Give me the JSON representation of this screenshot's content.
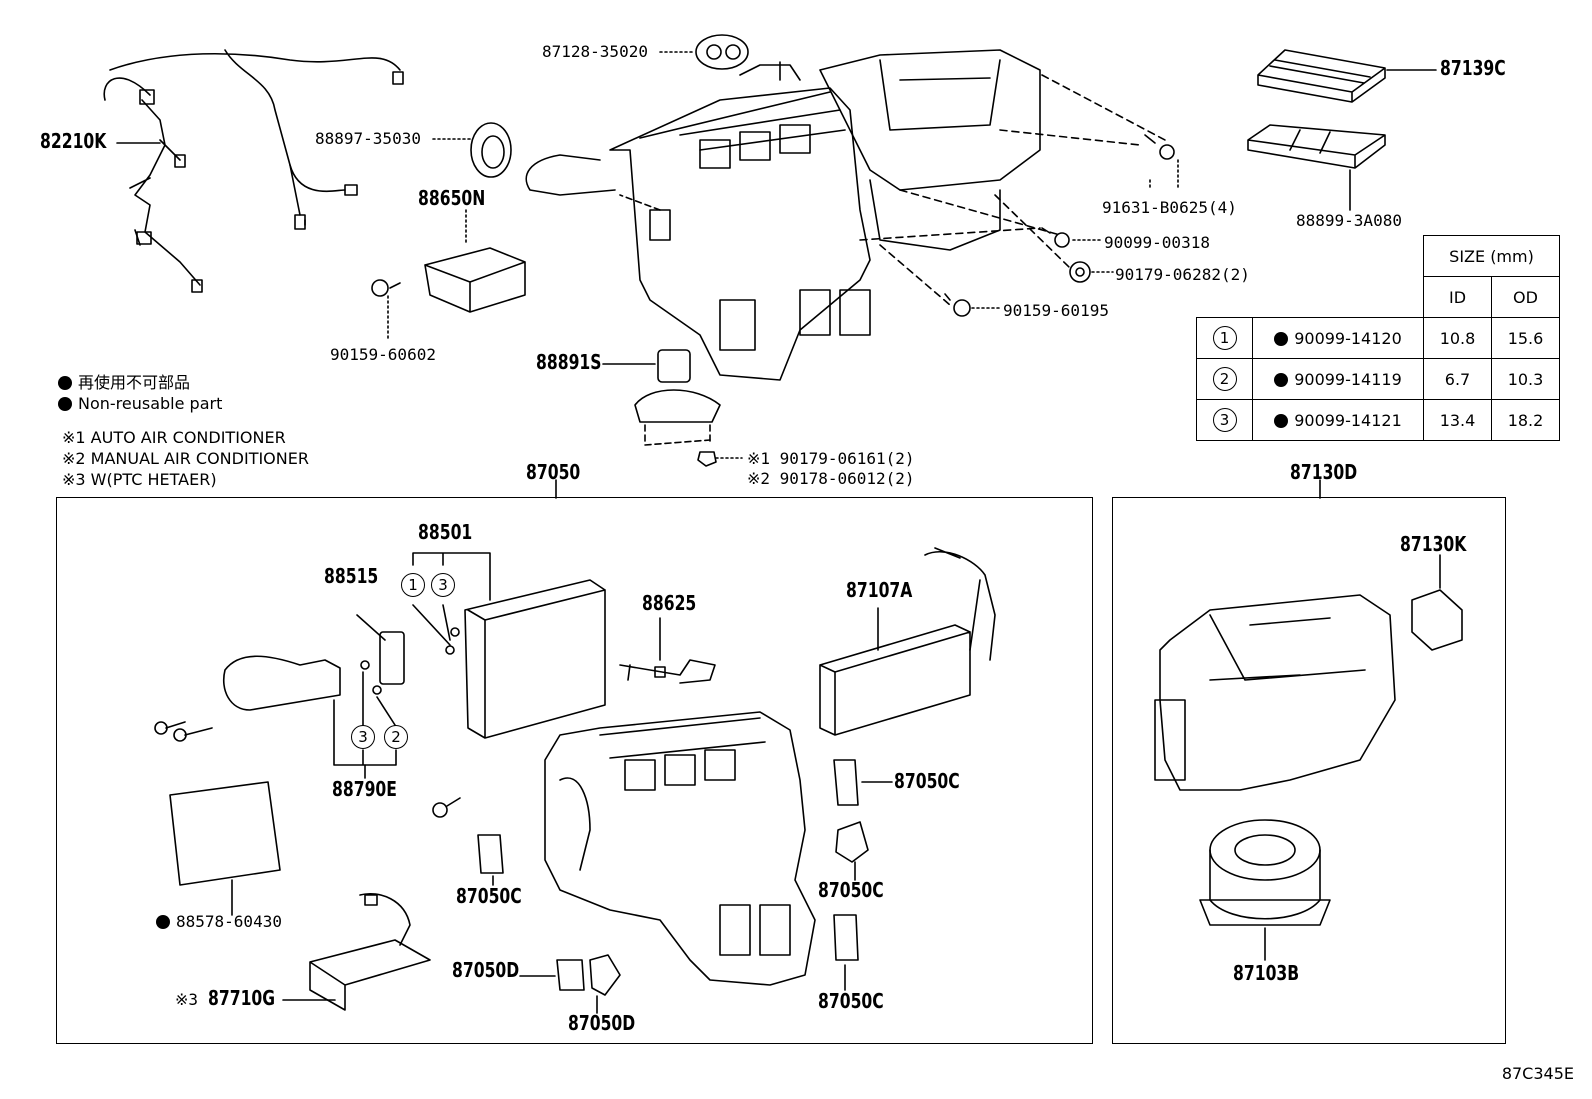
{
  "legend": {
    "jp": "再使用不可部品",
    "en": "Non-reusable part",
    "note1": "※1 AUTO AIR CONDITIONER",
    "note2": "※2 MANUAL AIR CONDITIONER",
    "note3": "※3 W(PTC HETAER)"
  },
  "callouts": {
    "p82210K": "82210K",
    "p87128": "87128-35020",
    "p88897": "88897-35030",
    "p88650N": "88650N",
    "p90159a": "90159-60602",
    "p88891S": "88891S",
    "p91631": "91631-B0625(4)",
    "p90099": "90099-00318",
    "p90179a": "90179-06282(2)",
    "p90159b": "90159-60195",
    "p87139C": "87139C",
    "p88899": "88899-3A080",
    "p90179b": "※1 90179-06161(2)",
    "p90178": "※2 90178-06012(2)",
    "p87050": "87050",
    "p87130D": "87130D",
    "p88501": "88501",
    "p88515": "88515",
    "p88625": "88625",
    "p87107A": "87107A",
    "p88790E": "88790E",
    "p87050C1": "87050C",
    "p87050C2": "87050C",
    "p87050C3": "87050C",
    "p87050C4": "87050C",
    "p88578": "88578-60430",
    "p87050D1": "87050D",
    "p87050D2": "87050D",
    "p87710G": "87710G",
    "p87710G_mark": "※3",
    "p87130K": "87130K",
    "p87103B": "87103B",
    "c1": "1",
    "c3": "3",
    "c3b": "3",
    "c2": "2"
  },
  "size_table": {
    "header": "SIZE (mm)",
    "col_id": "ID",
    "col_od": "OD",
    "rows": [
      {
        "no": "1",
        "part": "90099-14120",
        "id": "10.8",
        "od": "15.6"
      },
      {
        "no": "2",
        "part": "90099-14119",
        "id": "6.7",
        "od": "10.3"
      },
      {
        "no": "3",
        "part": "90099-14121",
        "id": "13.4",
        "od": "18.2"
      }
    ]
  },
  "diagram_code": "87C345E"
}
